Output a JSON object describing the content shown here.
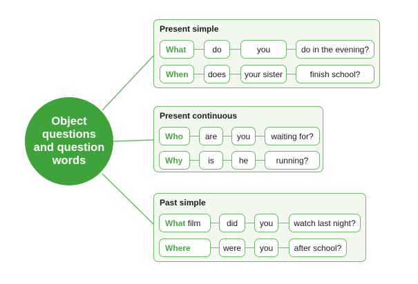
{
  "hub": {
    "label": "Object\nquestions\nand question\nwords"
  },
  "colors": {
    "accent": "#3ea33a",
    "border": "#6fb86a",
    "panel_bg": "#f2f8ee"
  },
  "panels": [
    {
      "title": "Present simple",
      "rows": [
        {
          "question_word": "What",
          "extra": "",
          "cells": [
            "do",
            "you",
            "do in the evening?"
          ]
        },
        {
          "question_word": "When",
          "extra": "",
          "cells": [
            "does",
            "your sister",
            "finish school?"
          ]
        }
      ]
    },
    {
      "title": "Present continuous",
      "rows": [
        {
          "question_word": "Who",
          "extra": "",
          "cells": [
            "are",
            "you",
            "waiting for?"
          ]
        },
        {
          "question_word": "Why",
          "extra": "",
          "cells": [
            "is",
            "he",
            "running?"
          ]
        }
      ]
    },
    {
      "title": "Past simple",
      "rows": [
        {
          "question_word": "What",
          "extra": " film",
          "cells": [
            "did",
            "you",
            "watch last night?"
          ]
        },
        {
          "question_word": "Where",
          "extra": "",
          "cells": [
            "were",
            "you",
            "after school?"
          ]
        }
      ]
    }
  ]
}
